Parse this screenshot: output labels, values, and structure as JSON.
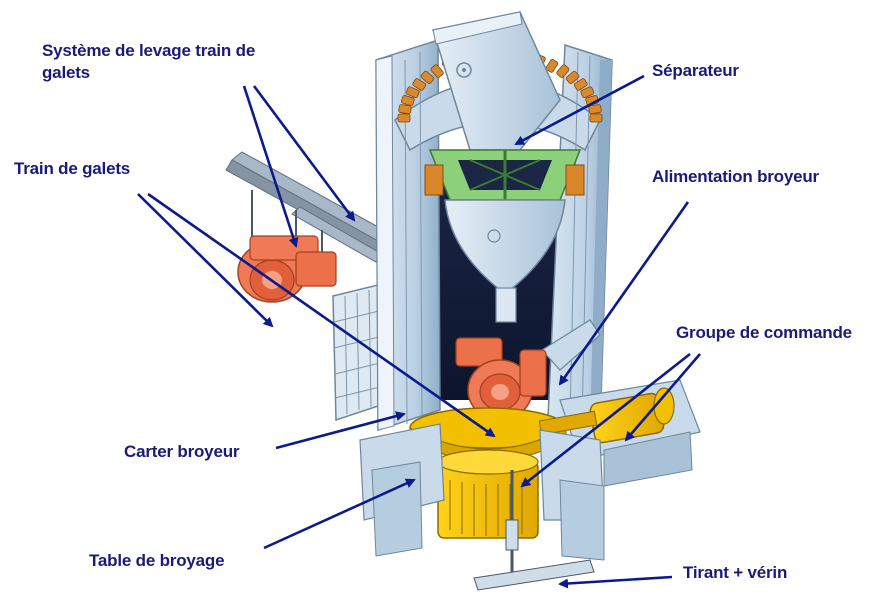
{
  "colors": {
    "label_text": "#1a1a7a",
    "arrow": "#0b1a8c",
    "casing": "#c4d7e8",
    "casing_shadow": "#8fadc8",
    "interior": "#141e3c",
    "roller": "#f07a55",
    "drive": "#f5c400",
    "separator": "#8cd07a",
    "rotor": "#d98a2a"
  },
  "labels": {
    "systeme_line1": "Système de levage train de",
    "systeme_line2": "galets",
    "train": "Train de galets",
    "separateur": "Séparateur",
    "alimentation": "Alimentation broyeur",
    "groupe": "Groupe de commande",
    "carter": "Carter broyeur",
    "table": "Table de broyage",
    "tirant": "Tirant + vérin"
  }
}
